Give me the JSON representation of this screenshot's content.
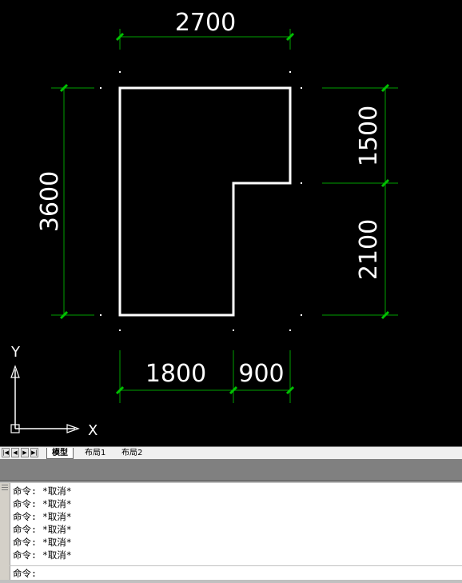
{
  "drawing": {
    "dimensions": {
      "top_width": "2700",
      "left_height": "3600",
      "right_upper": "1500",
      "right_lower": "2100",
      "bottom_left": "1800",
      "bottom_right": "900"
    },
    "ucs": {
      "x_label": "X",
      "y_label": "Y"
    },
    "colors": {
      "background": "#000000",
      "outline": "#ffffff",
      "dimension_line": "#00a000",
      "tick": "#00b000"
    }
  },
  "tabs": {
    "nav_icons": [
      "first-icon",
      "prev-icon",
      "next-icon",
      "last-icon"
    ],
    "items": [
      {
        "label": "模型",
        "active": true
      },
      {
        "label": "布局1",
        "active": false
      },
      {
        "label": "布局2",
        "active": false
      }
    ]
  },
  "command": {
    "history": [
      "命令: *取消*",
      "命令: *取消*",
      "命令: *取消*",
      "命令: *取消*",
      "命令: *取消*",
      "命令: *取消*"
    ],
    "prompt": "命令:",
    "input_value": ""
  }
}
